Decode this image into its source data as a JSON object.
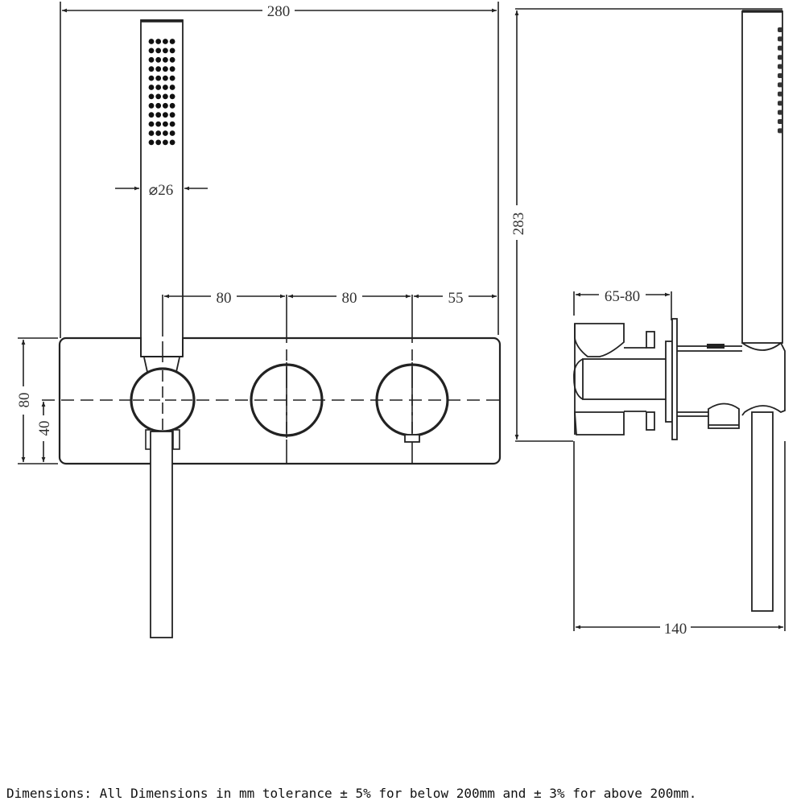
{
  "drawing": {
    "title": "Wall-mounted shower mixer with hand shower — technical drawing",
    "views": [
      "front-view",
      "side-view"
    ],
    "stroke_color": "#222222",
    "background": "#ffffff"
  },
  "front_view": {
    "dimensions": {
      "overall_width": "280",
      "handshower_diameter": "⌀26",
      "spacing_1": "80",
      "spacing_2": "80",
      "edge_offset": "55",
      "plate_height": "80",
      "center_height": "40"
    },
    "handles_count": 3,
    "nozzle_grid": {
      "columns": 4,
      "rows": 12
    }
  },
  "side_view": {
    "dimensions": {
      "overall_height": "283",
      "wall_depth": "65-80",
      "projection": "140"
    },
    "nozzle_count": 12
  },
  "footer": {
    "note": "Dimensions: All Dimensions in mm tolerance ± 5% for below 200mm and ± 3% for above 200mm."
  }
}
